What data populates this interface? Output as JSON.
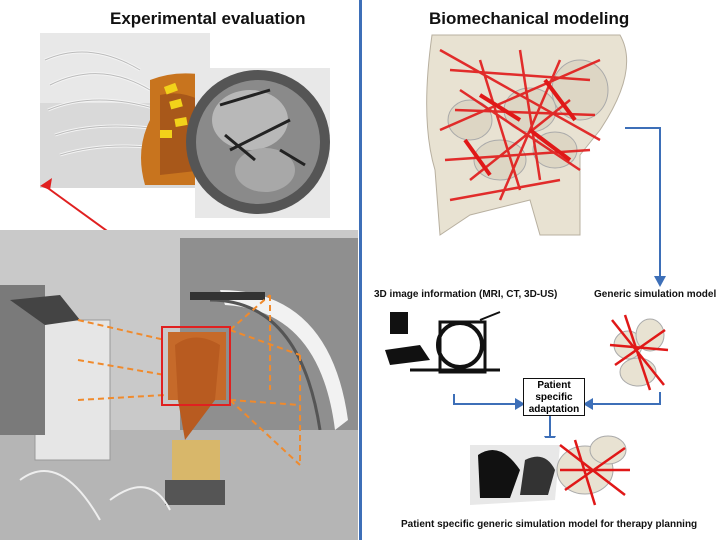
{
  "left_panel": {
    "title": "Experimental evaluation"
  },
  "right_panel": {
    "title": "Biomechanical modeling",
    "imaging_label": "3D image information (MRI, CT, 3D-US)",
    "generic_model_label": "Generic simulation model",
    "adaptation_label": "Patient specific adaptation",
    "result_label": "Patient specific generic simulation model for therapy planning"
  },
  "colors": {
    "divider": "#3d6fb8",
    "flow_arrow": "#3d6fb8",
    "zoom_line": "#e02020",
    "beam_dash": "#f08a2c",
    "ligament": "#e01818",
    "bone": "#e8e2d2"
  }
}
